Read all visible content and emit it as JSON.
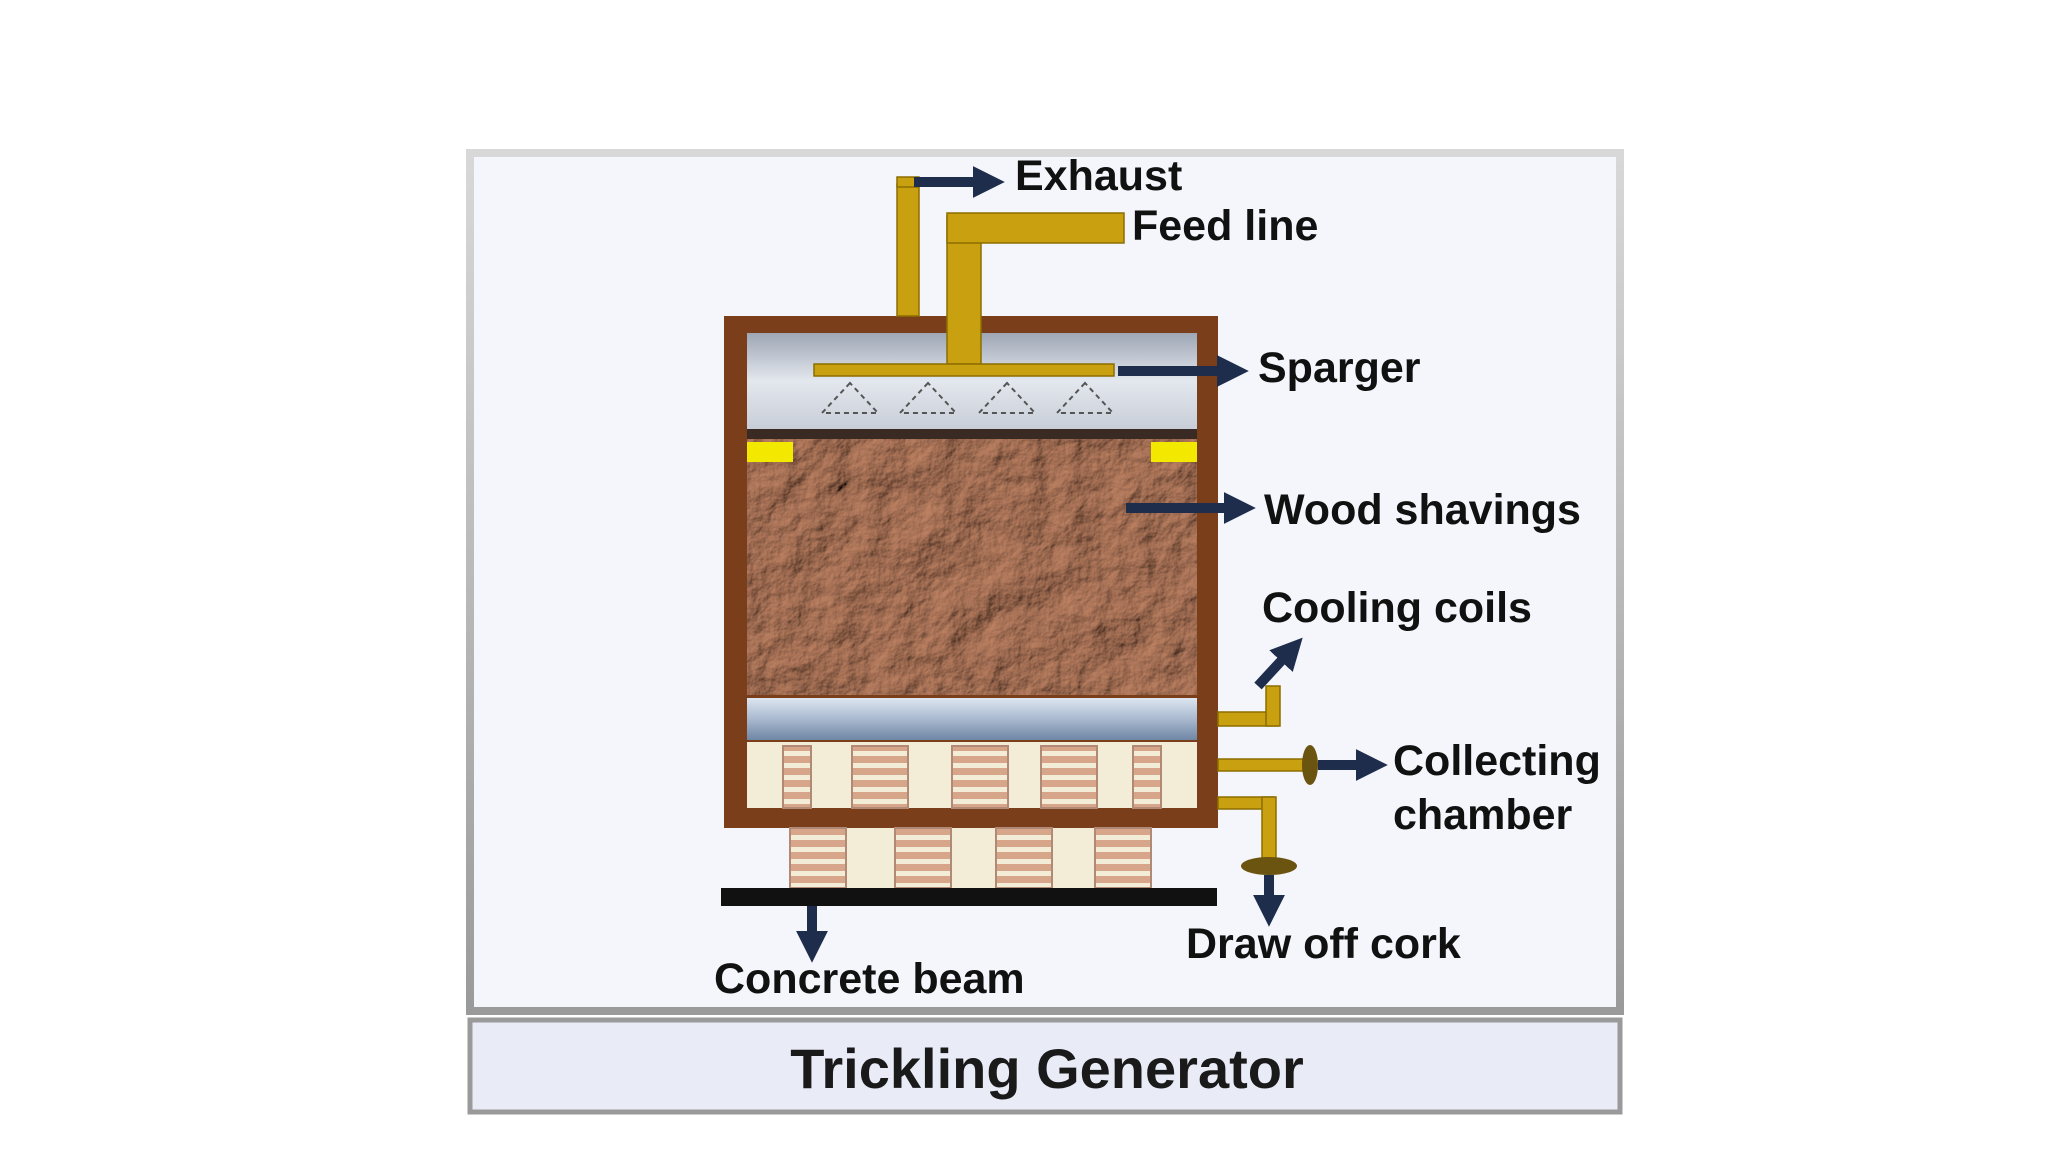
{
  "diagram": {
    "caption": "Trickling Generator",
    "labels": {
      "exhaust": "Exhaust",
      "feed_line": "Feed line",
      "sparger": "Sparger",
      "wood_shavings": "Wood shavings",
      "cooling_coils": "Cooling coils",
      "collecting_chamber_line1": "Collecting",
      "collecting_chamber_line2": "chamber",
      "draw_off_cork": "Draw off cork",
      "concrete_beam": "Concrete beam"
    },
    "colors": {
      "pipe": "#C9A010",
      "vessel_wall": "#7A3E1A",
      "wood_shavings": "#8E5438",
      "arrow": "#1F2D4D",
      "support_block_stripes": "#D7A58A",
      "support_block_light": "#F3ECD6",
      "beam": "#111111",
      "panel_bg": "#F4F6FB",
      "caption_bg": "#E9ECF6",
      "yellow_marker": "#F2E800"
    }
  }
}
